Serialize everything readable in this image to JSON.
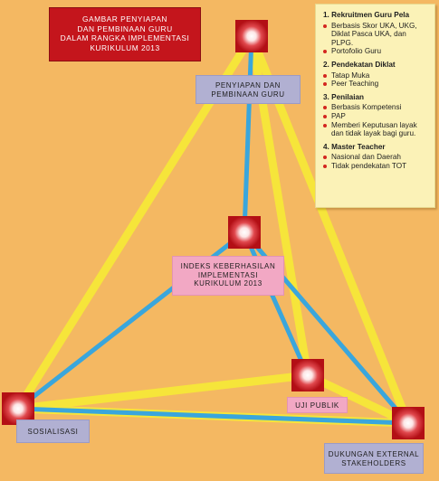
{
  "title": {
    "lines": [
      "GAMBAR PENYIAPAN",
      "DAN PEMBINAAN GURU",
      "DALAM RANGKA IMPLEMENTASI",
      "KURIKULUM 2013"
    ]
  },
  "nodes": {
    "top": {
      "label_lines": [
        "PENYIAPAN DAN",
        "PEMBINAAN GURU"
      ]
    },
    "center": {
      "label_lines": [
        "INDEKS KEBERHASILAN",
        "IMPLEMENTASI",
        "KURIKULUM 2013"
      ]
    },
    "uji": {
      "label": "UJI PUBLIK"
    },
    "sosialisasi": {
      "label": "SOSIALISASI"
    },
    "dukungan": {
      "label_lines": [
        "DUKUNGAN EXTERNAL",
        "STAKEHOLDERS"
      ]
    }
  },
  "info": {
    "sections": [
      {
        "heading": "1. Rekruitmen Guru Pela",
        "items": [
          "Berbasis Skor UKA, UKG, Diklat Pasca UKA, dan PLPG.",
          "Portofolio Guru"
        ]
      },
      {
        "heading": "2. Pendekatan Diklat",
        "items": [
          "Tatap Muka",
          "Peer Teaching"
        ]
      },
      {
        "heading": "3. Penilaian",
        "items": [
          "Berbasis Kompetensi",
          "PAP",
          "Memberi Keputusan layak dan tidak layak bagi guru."
        ]
      },
      {
        "heading": "4. Master Teacher",
        "items": [
          "Nasional dan Daerah",
          "Tidak pendekatan TOT"
        ]
      }
    ]
  },
  "colors": {
    "background": "#f4b862",
    "yellow_link": "#f6e53a",
    "blue_link": "#3aa6dc",
    "node_red": "#c9141a",
    "title_red": "#c4151c"
  }
}
